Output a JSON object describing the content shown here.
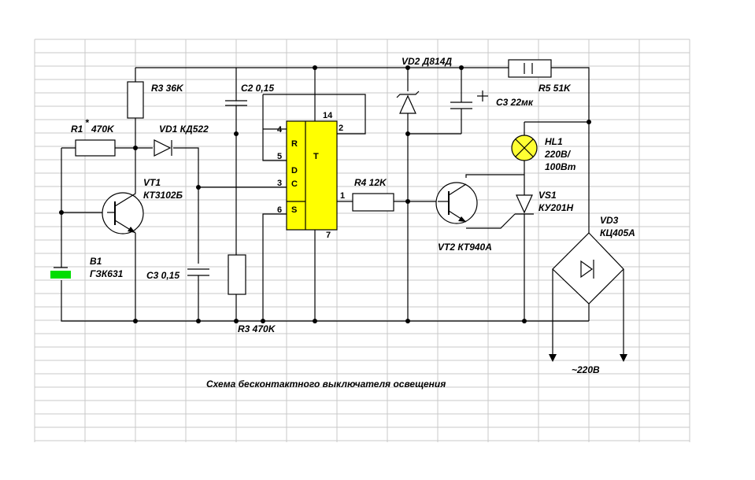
{
  "caption": "Схема бесконтактного выключателя освещения",
  "colors": {
    "chip_fill": "#ffff00",
    "lamp_fill": "#ffff33",
    "battery_fill": "#00dd00",
    "grid": "#c8c8c8",
    "wire": "#000000"
  },
  "labels": {
    "r3_top": "R3 36K",
    "r1": "R1",
    "r1_star": "*",
    "r1_val": "470K",
    "vd1": "VD1 КД522",
    "c2": "C2 0,15",
    "vd2": "VD2 Д814Д",
    "r5": "R5 51K",
    "c3_top": "C3 22мк",
    "hl1_a": "HL1",
    "hl1_b": "220В/",
    "hl1_c": "100Вт",
    "r4": "R4 12K",
    "vs1_a": "VS1",
    "vs1_b": "КУ201Н",
    "vt1_a": "VT1",
    "vt1_b": "КТ3102Б",
    "vt2": "VT2 КТ940А",
    "vd3_a": "VD3",
    "vd3_b": "КЦ405А",
    "b1_a": "B1",
    "b1_b": "ГЗК631",
    "c3_bottom": "C3 0,15",
    "r3_bottom": "R3 470K",
    "mains": "~220В"
  },
  "chip": {
    "left_pins": [
      "R",
      "D",
      "C",
      "S"
    ],
    "right_label": "T",
    "pin_numbers": {
      "p4": "4",
      "p5": "5",
      "p3": "3",
      "p6": "6",
      "p14": "14",
      "p2": "2",
      "p1": "1",
      "p7": "7"
    }
  }
}
